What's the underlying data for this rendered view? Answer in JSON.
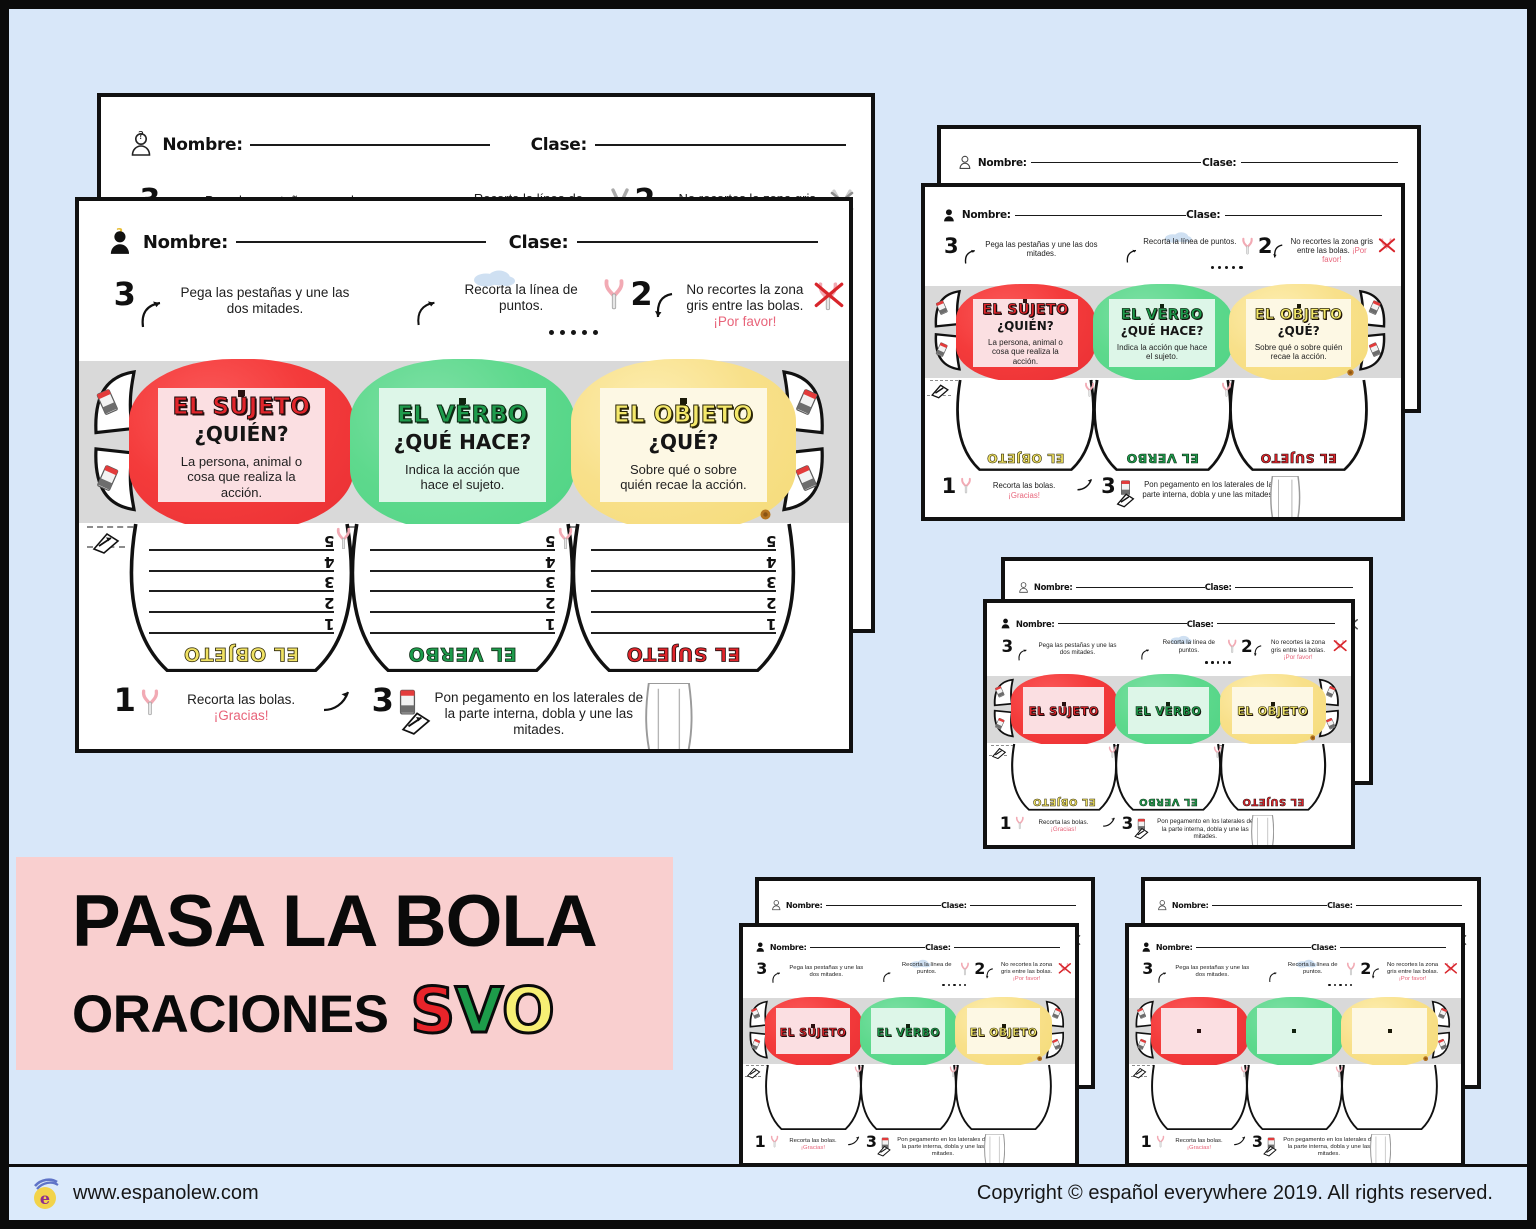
{
  "page": {
    "background_color": "#d8e7f9",
    "border_color": "#0b0b0b"
  },
  "title_banner": {
    "background_color": "#f9cfcf",
    "main": "PASA LA BOLA",
    "sub": "ORACIONES",
    "svo": {
      "s": "S",
      "v": "V",
      "o": "O"
    }
  },
  "footer": {
    "logo_icon": "espanolew-e-logo-icon",
    "url": "www.espanolew.com",
    "copyright": "Copyright © español everywhere 2019. All rights reserved."
  },
  "worksheet": {
    "fields": {
      "name_label": "Nombre:",
      "class_label": "Clase:",
      "person_icon": "person-question-icon"
    },
    "instructions": [
      {
        "number": "3",
        "text": "Pega las pestañas y une las dos mitades.",
        "icon": "curved-arrow-icon",
        "position": "left"
      },
      {
        "number": "2",
        "text": "Recorta la línea de puntos.",
        "icon": "scissors-icon",
        "position": "center"
      },
      {
        "number": "",
        "text": "No recortes la zona gris entre las bolas.",
        "text_emphasis": "¡Por favor!",
        "icon": "no-scissors-icon",
        "position": "right"
      }
    ],
    "bottom_instructions": [
      {
        "number": "1",
        "icon": "scissors-icon",
        "text": "Recorta  las bolas.",
        "text_emphasis": "¡Gracias!"
      },
      {
        "number": "3",
        "icon": "glue-stick-icon",
        "text": "Pon pegamento en los laterales de la parte interna, dobla y une las mitades."
      }
    ],
    "balls": [
      {
        "id": "sujeto",
        "color": "#f43b3b",
        "title": "EL SUJETO",
        "question": "¿QUIÉN?",
        "description": "La persona, animal o cosa que realiza la acción."
      },
      {
        "id": "verbo",
        "color": "#5ed98d",
        "title": "EL VERBO",
        "question": "¿QUÉ HACE?",
        "description": "Indica la acción que hace el sujeto."
      },
      {
        "id": "objeto",
        "color": "#f5db78",
        "title": "EL OBJETO",
        "question": "¿QUÉ?",
        "description": "Sobre qué o sobre quién recae la acción."
      }
    ],
    "bottom_halves": [
      {
        "id": "objeto",
        "label": "EL OBJETO",
        "color_class": "yellow",
        "line_numbers": [
          "5",
          "4",
          "3",
          "2",
          "1"
        ]
      },
      {
        "id": "verbo",
        "label": "EL VERBO",
        "color_class": "green",
        "line_numbers": [
          "5",
          "4",
          "3",
          "2",
          "1"
        ]
      },
      {
        "id": "sujeto",
        "label": "EL SUJETO",
        "color_class": "red",
        "line_numbers": [
          "5",
          "4",
          "3",
          "2",
          "1"
        ]
      }
    ],
    "tab_icon": "glue-stick-icon"
  },
  "thumbnail_groups": [
    {
      "id": "group-top-right",
      "variant": "full",
      "note": "same as main worksheet, with titles, questions and descriptions"
    },
    {
      "id": "group-middle-right",
      "variant": "title-only",
      "note": "balls show only the title"
    },
    {
      "id": "group-bottom-left",
      "variant": "title-no-bottom-label",
      "note": "balls show only the title; bottom halves blank"
    },
    {
      "id": "group-bottom-right",
      "variant": "blank",
      "note": "balls are empty, no titles"
    }
  ]
}
